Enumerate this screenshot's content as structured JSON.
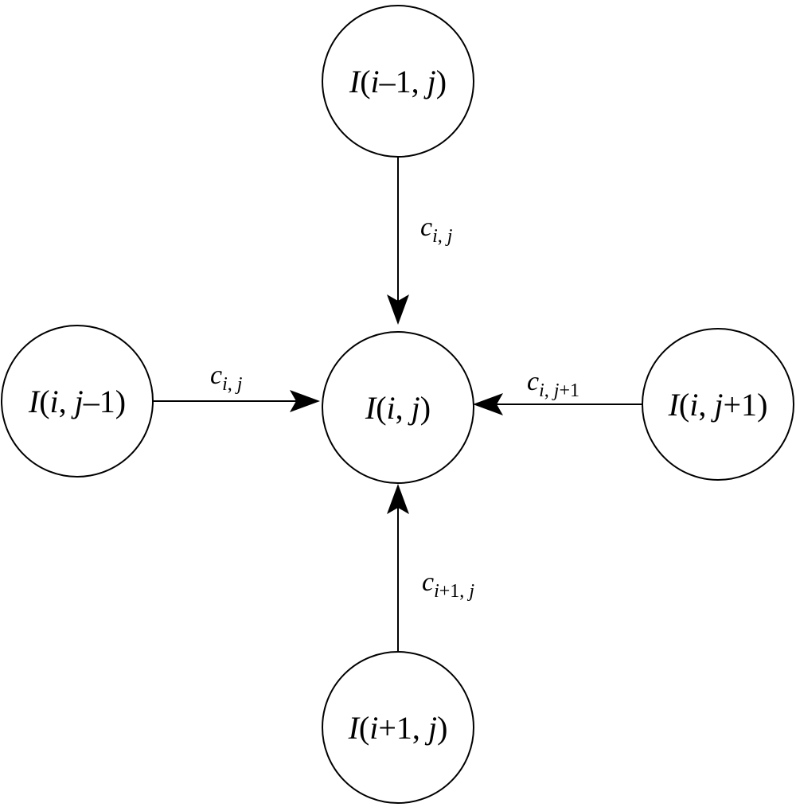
{
  "nodes": {
    "top": {
      "func": "I",
      "args": [
        {
          "text": "i",
          "italic": true
        },
        {
          "text": "–1, ",
          "italic": false
        },
        {
          "text": "j",
          "italic": true
        }
      ]
    },
    "left": {
      "func": "I",
      "args": [
        {
          "text": "i",
          "italic": true
        },
        {
          "text": ", ",
          "italic": false
        },
        {
          "text": "j",
          "italic": true
        },
        {
          "text": "–1",
          "italic": false
        }
      ]
    },
    "center": {
      "func": "I",
      "args": [
        {
          "text": "i",
          "italic": true
        },
        {
          "text": ", ",
          "italic": false
        },
        {
          "text": "j",
          "italic": true
        }
      ]
    },
    "right": {
      "func": "I",
      "args": [
        {
          "text": "i",
          "italic": true
        },
        {
          "text": ", ",
          "italic": false
        },
        {
          "text": "j",
          "italic": true
        },
        {
          "text": "+1",
          "italic": false
        }
      ]
    },
    "bottom": {
      "func": "I",
      "args": [
        {
          "text": "i",
          "italic": true
        },
        {
          "text": "+1, ",
          "italic": false
        },
        {
          "text": "j",
          "italic": true
        }
      ]
    }
  },
  "edges": {
    "top": {
      "base": "c",
      "sub": [
        {
          "text": "i",
          "italic": true
        },
        {
          "text": ", ",
          "italic": false
        },
        {
          "text": "j",
          "italic": true
        }
      ]
    },
    "left": {
      "base": "c",
      "sub": [
        {
          "text": "i",
          "italic": true
        },
        {
          "text": ", ",
          "italic": false
        },
        {
          "text": "j",
          "italic": true
        }
      ]
    },
    "right": {
      "base": "c",
      "sub": [
        {
          "text": "i",
          "italic": true
        },
        {
          "text": ", ",
          "italic": false
        },
        {
          "text": "j",
          "italic": true
        },
        {
          "text": "+1",
          "italic": false
        }
      ]
    },
    "bottom": {
      "base": "c",
      "sub": [
        {
          "text": "i",
          "italic": true
        },
        {
          "text": "+1, ",
          "italic": false
        },
        {
          "text": "j",
          "italic": true
        }
      ]
    }
  }
}
